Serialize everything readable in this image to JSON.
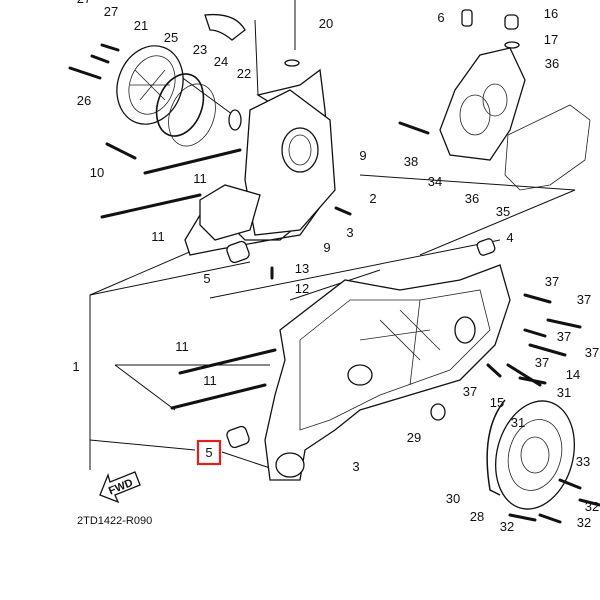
{
  "diagram": {
    "code": "2TD1422-R090",
    "fwd_label": "FWD",
    "highlight_color": "#e0201c",
    "highlighted_part": "5",
    "labels": [
      "27",
      "27",
      "21",
      "25",
      "23",
      "24",
      "22",
      "20",
      "26",
      "10",
      "11",
      "11",
      "9",
      "2",
      "3",
      "9",
      "13",
      "12",
      "5",
      "1",
      "11",
      "11",
      "5",
      "3",
      "6",
      "16",
      "17",
      "36",
      "38",
      "34",
      "36",
      "35",
      "4",
      "37",
      "37",
      "37",
      "37",
      "37",
      "37",
      "14",
      "15",
      "31",
      "31",
      "33",
      "32",
      "29",
      "30",
      "28",
      "32",
      "32",
      "37"
    ]
  }
}
